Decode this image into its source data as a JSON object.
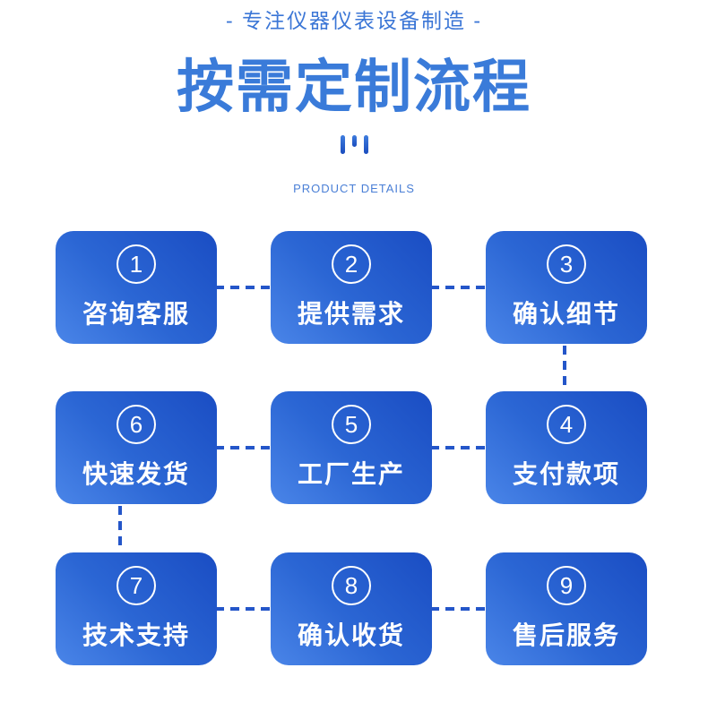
{
  "header": {
    "tagline": "- 专注仪器仪表设备制造 -",
    "title": "按需定制流程",
    "subtitle": "PRODUCT DETAILS"
  },
  "colors": {
    "accent_blue": "#3a7bd9",
    "card_gradient_top": "#1a4dc3",
    "card_gradient_bottom": "#4a85e8",
    "connector_blue": "#2456c9",
    "text_on_card": "#ffffff",
    "background": "#ffffff"
  },
  "steps": [
    {
      "number": "1",
      "label": "咨询客服"
    },
    {
      "number": "2",
      "label": "提供需求"
    },
    {
      "number": "3",
      "label": "确认细节"
    },
    {
      "number": "6",
      "label": "快速发货"
    },
    {
      "number": "5",
      "label": "工厂生产"
    },
    {
      "number": "4",
      "label": "支付款项"
    },
    {
      "number": "7",
      "label": "技术支持"
    },
    {
      "number": "8",
      "label": "确认收货"
    },
    {
      "number": "9",
      "label": "售后服务"
    }
  ]
}
